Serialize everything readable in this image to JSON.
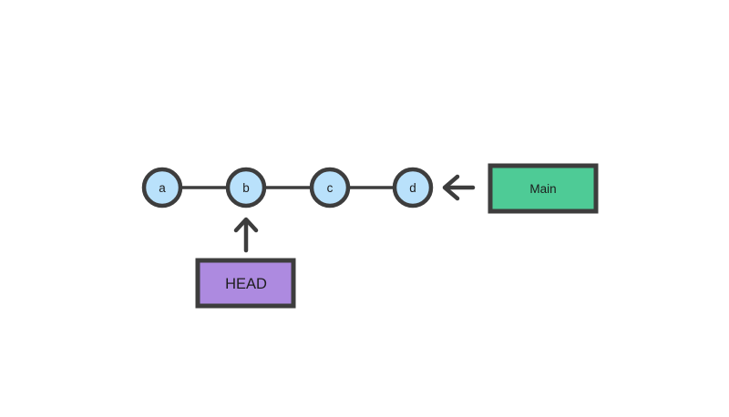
{
  "colors": {
    "background": "#ffffff",
    "stroke": "#3d3d3d",
    "commit_fill": "#b9e1fb",
    "main_fill": "#4ecb96",
    "head_fill": "#ad8ae0",
    "text": "#1d1d1d"
  },
  "commits": {
    "nodes": [
      {
        "label": "a"
      },
      {
        "label": "b"
      },
      {
        "label": "c"
      },
      {
        "label": "d"
      }
    ]
  },
  "branch": {
    "label": "Main"
  },
  "head": {
    "label": "HEAD"
  }
}
